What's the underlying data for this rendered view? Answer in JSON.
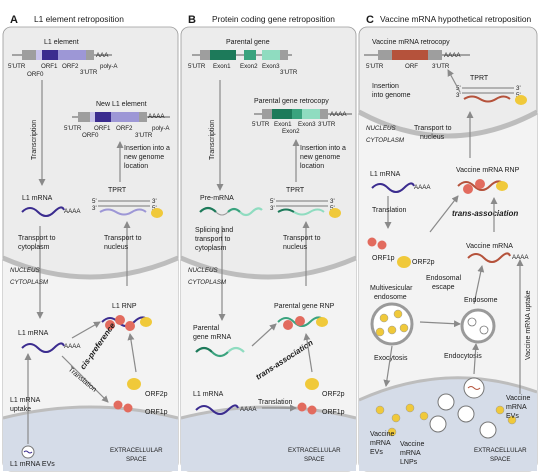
{
  "panels": [
    {
      "letter": "A",
      "title": "L1 element retroposition",
      "gene_top": {
        "name": "L1 element",
        "utr5": "5'UTR",
        "orf1": "ORF1",
        "orf2": "ORF2",
        "utr3": "3'UTR",
        "orf0": "ORF0",
        "polya": "poly-A"
      },
      "gene_new": {
        "name": "New L1 element",
        "utr5": "5'UTR",
        "orf1": "ORF1",
        "orf2": "ORF2",
        "utr3": "3'UTR",
        "orf0": "ORF0",
        "polya": "poly-A"
      },
      "transcription": "Transcription",
      "insertion": [
        "Insertion into a",
        "new genome",
        "location"
      ],
      "tprt": "TPRT",
      "mrna": "L1 mRNA",
      "transport_cyto": [
        "Transport to",
        "cytoplasm"
      ],
      "transport_nuc": [
        "Transport to",
        "nucleus"
      ],
      "nucleus": "NUCLEUS",
      "cytoplasm": "CYTOPLASM",
      "rnp": "L1 RNP",
      "mrna_cyto": "L1 mRNA",
      "preference": "cis-preference",
      "translation": "Translation",
      "orf2p": "ORF2p",
      "orf1p": "ORF1p",
      "uptake": [
        "L1 mRNA",
        "uptake"
      ],
      "evs": "L1 mRNA EVs",
      "extracellular": [
        "EXTRACELLULAR",
        "SPACE"
      ],
      "tprt_marks": [
        "5'",
        "3'",
        "3'",
        "5'"
      ]
    },
    {
      "letter": "B",
      "title": "Protein coding gene retroposition",
      "gene_top": {
        "name": "Parental gene",
        "utr5": "5'UTR",
        "exon1": "Exon1",
        "exon2": "Exon2",
        "exon3": "Exon3",
        "utr3": "3'UTR"
      },
      "gene_new": {
        "name": "Parental gene retrocopy",
        "utr5": "5'UTR",
        "exon1": "Exon1",
        "exon2": "Exon2",
        "exon3": "Exon3",
        "utr3": "3'UTR"
      },
      "transcription": "Transcription",
      "insertion": [
        "Insertion into a",
        "new genome",
        "location"
      ],
      "tprt": "TPRT",
      "premrna": "Pre-mRNA",
      "splicing": [
        "Splicing and",
        "transport to",
        "cytoplasm"
      ],
      "transport_nuc": [
        "Transport to",
        "nucleus"
      ],
      "nucleus": "NUCLEUS",
      "cytoplasm": "CYTOPLASM",
      "rnp": "Parental gene RNP",
      "parental_mrna": [
        "Parental",
        "gene mRNA"
      ],
      "association": "trans-association",
      "mrna_l1": "L1 mRNA",
      "translation": "Translation",
      "orf2p": "ORF2p",
      "orf1p": "ORF1p",
      "extracellular": [
        "EXTRACELLULAR",
        "SPACE"
      ],
      "tprt_marks": [
        "5'",
        "3'",
        "3'",
        "5'"
      ]
    },
    {
      "letter": "C",
      "title": "Vaccine mRNA hypothetical retroposition",
      "gene_top": {
        "name": "Vaccine mRNA retrocopy",
        "utr5": "5'UTR",
        "orf": "ORF",
        "utr3": "3'UTR"
      },
      "insertion": [
        "Insertion",
        "into genome"
      ],
      "tprt": "TPRT",
      "transport_nuc": [
        "Transport to",
        "nucleus"
      ],
      "nucleus": "NUCLEUS",
      "cytoplasm": "CYTOPLASM",
      "l1mrna": "L1 mRNA",
      "vaccine_rnp": "Vaccine mRNA RNP",
      "translation": "Translation",
      "association": "trans-association",
      "orf1p": "ORF1p",
      "orf2p": "ORF2p",
      "vaccine_mrna": "Vaccine mRNA",
      "endosomal": [
        "Endosomal",
        "escape"
      ],
      "mve": [
        "Multivesicular",
        "endosome"
      ],
      "endosome": "Endosome",
      "uptake": "Vaccine mRNA uptake",
      "exocytosis": "Exocytosis",
      "endocytosis": "Endocytosis",
      "evs_left": [
        "Vaccine",
        "mRNA",
        "EVs"
      ],
      "evs_right": [
        "Vaccine",
        "mRNA",
        "EVs"
      ],
      "lnps": [
        "Vaccine",
        "mRNA",
        "LNPs"
      ],
      "extracellular": [
        "EXTRACELLULAR",
        "SPACE"
      ],
      "tprt_marks": [
        "5'",
        "3'",
        "3'",
        "5'"
      ]
    }
  ],
  "colors": {
    "panel_bg": "#ececec",
    "nucleus_bg": "#e6e6e6",
    "extracellular_bg": "#d5dce8",
    "membrane": "#bdbdbd",
    "l1_purple": "#3b2c8f",
    "l1_light": "#9d97d6",
    "exon_green": "#1d7a5a",
    "exon_light": "#8fdcc0",
    "vaccine_red": "#b5523b",
    "protein_pink": "#e26b5e",
    "protein_yellow": "#f0c93a",
    "arrow": "#8a8a8a"
  }
}
